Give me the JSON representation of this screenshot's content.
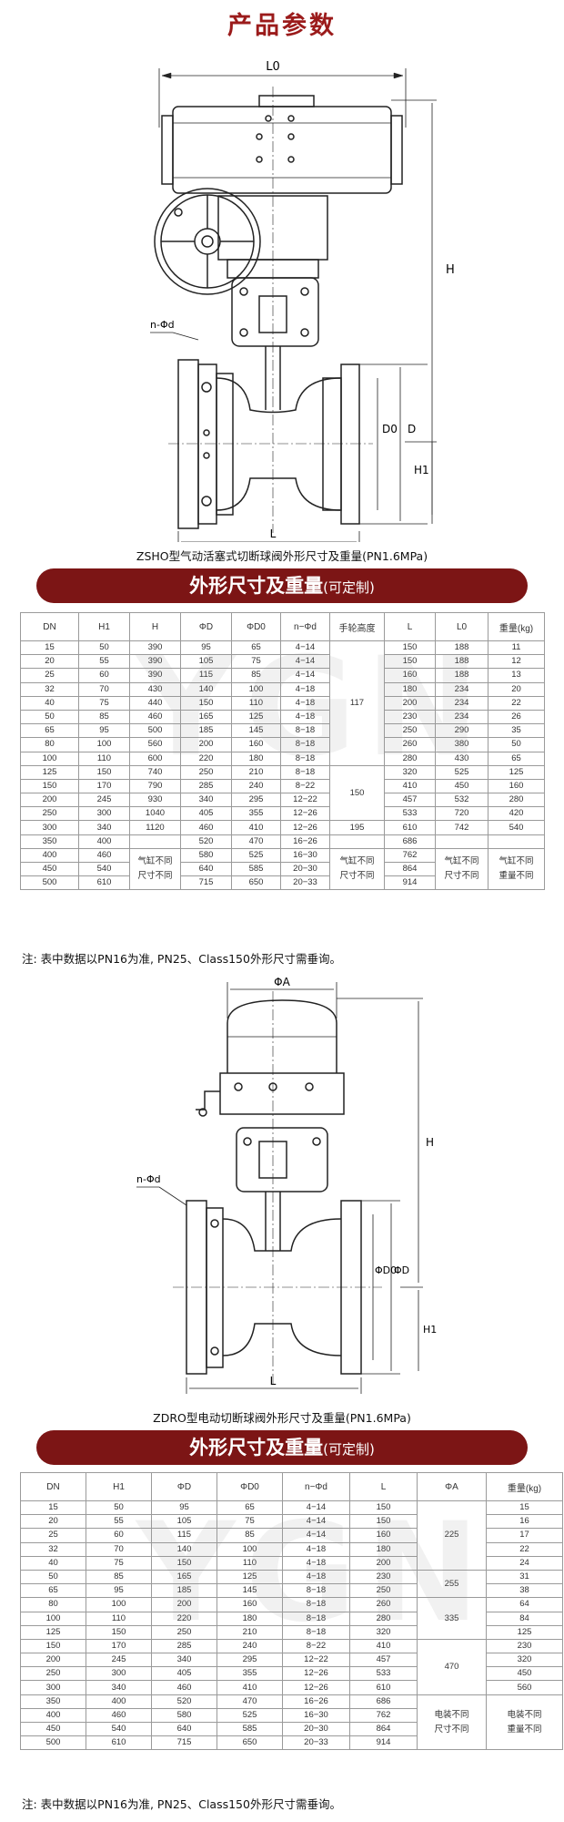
{
  "page_title": "产品参数",
  "drawing1": {
    "labels": {
      "l0": "L0",
      "h": "H",
      "h1": "H1",
      "d": "D",
      "d0": "D0",
      "l": "L",
      "n_phi_d": "n-Φd"
    },
    "caption": "ZSHO型气动活塞式切断球阀外形尺寸及重量(PN1.6MPa)"
  },
  "banner1": {
    "main": "外形尺寸及重量",
    "sub": "(可定制)"
  },
  "table1": {
    "headers": [
      "DN",
      "H1",
      "H",
      "ΦD",
      "ΦD0",
      "n−Φd",
      "手轮高度",
      "L",
      "L0",
      "重量(kg)"
    ],
    "rows": [
      [
        "15",
        "50",
        "390",
        "95",
        "65",
        "4−14",
        "150",
        "188",
        "11"
      ],
      [
        "20",
        "55",
        "390",
        "105",
        "75",
        "4−14",
        "150",
        "188",
        "12"
      ],
      [
        "25",
        "60",
        "390",
        "115",
        "85",
        "4−14",
        "160",
        "188",
        "13"
      ],
      [
        "32",
        "70",
        "430",
        "140",
        "100",
        "4−18",
        "180",
        "234",
        "20"
      ],
      [
        "40",
        "75",
        "440",
        "150",
        "110",
        "4−18",
        "200",
        "234",
        "22"
      ],
      [
        "50",
        "85",
        "460",
        "165",
        "125",
        "4−18",
        "230",
        "234",
        "26"
      ],
      [
        "65",
        "95",
        "500",
        "185",
        "145",
        "8−18",
        "250",
        "290",
        "35"
      ],
      [
        "80",
        "100",
        "560",
        "200",
        "160",
        "8−18",
        "260",
        "380",
        "50"
      ],
      [
        "100",
        "110",
        "600",
        "220",
        "180",
        "8−18",
        "280",
        "430",
        "65"
      ],
      [
        "125",
        "150",
        "740",
        "250",
        "210",
        "8−18",
        "320",
        "525",
        "125"
      ],
      [
        "150",
        "170",
        "790",
        "285",
        "240",
        "8−22",
        "410",
        "450",
        "160"
      ],
      [
        "200",
        "245",
        "930",
        "340",
        "295",
        "12−22",
        "457",
        "532",
        "280"
      ],
      [
        "250",
        "300",
        "1040",
        "405",
        "355",
        "12−26",
        "533",
        "720",
        "420"
      ],
      [
        "300",
        "340",
        "1120",
        "460",
        "410",
        "12−26",
        "610",
        "742",
        "540"
      ]
    ],
    "handwheel": [
      "117",
      "150",
      "195"
    ],
    "tail_rows": [
      [
        "350",
        "400",
        "520",
        "470",
        "16−26",
        "686"
      ],
      [
        "400",
        "460",
        "580",
        "525",
        "16−30",
        "762"
      ],
      [
        "450",
        "540",
        "640",
        "585",
        "20−30",
        "864"
      ],
      [
        "500",
        "610",
        "715",
        "650",
        "20−33",
        "914"
      ]
    ],
    "merged_note_1": "气缸不同",
    "merged_note_2": "尺寸不同",
    "merged_weight_1": "气缸不同",
    "merged_weight_2": "重量不同"
  },
  "note1": "注: 表中数据以PN16为准, PN25、Class150外形尺寸需垂询。",
  "drawing2": {
    "labels": {
      "phi_a": "ΦA",
      "h": "H",
      "h1": "H1",
      "d": "ΦD",
      "d0": "ΦD0",
      "l": "L",
      "n_phi_d": "n-Φd"
    },
    "caption": "ZDRO型电动切断球阀外形尺寸及重量(PN1.6MPa)"
  },
  "banner2": {
    "main": "外形尺寸及重量",
    "sub": "(可定制)"
  },
  "table2": {
    "headers": [
      "DN",
      "H1",
      "ΦD",
      "ΦD0",
      "n−Φd",
      "L",
      "ΦA",
      "重量(kg)"
    ],
    "rows": [
      [
        "15",
        "50",
        "95",
        "65",
        "4−14",
        "150",
        "15"
      ],
      [
        "20",
        "55",
        "105",
        "75",
        "4−14",
        "150",
        "16"
      ],
      [
        "25",
        "60",
        "115",
        "85",
        "4−14",
        "160",
        "17"
      ],
      [
        "32",
        "70",
        "140",
        "100",
        "4−18",
        "180",
        "22"
      ],
      [
        "40",
        "75",
        "150",
        "110",
        "4−18",
        "200",
        "24"
      ],
      [
        "50",
        "85",
        "165",
        "125",
        "4−18",
        "230",
        "31"
      ],
      [
        "65",
        "95",
        "185",
        "145",
        "8−18",
        "250",
        "38"
      ],
      [
        "80",
        "100",
        "200",
        "160",
        "8−18",
        "260",
        "64"
      ],
      [
        "100",
        "110",
        "220",
        "180",
        "8−18",
        "280",
        "84"
      ],
      [
        "125",
        "150",
        "250",
        "210",
        "8−18",
        "320",
        "125"
      ],
      [
        "150",
        "170",
        "285",
        "240",
        "8−22",
        "410",
        "230"
      ],
      [
        "200",
        "245",
        "340",
        "295",
        "12−22",
        "457",
        "320"
      ],
      [
        "250",
        "300",
        "405",
        "355",
        "12−26",
        "533",
        "450"
      ],
      [
        "300",
        "340",
        "460",
        "410",
        "12−26",
        "610",
        "560"
      ],
      [
        "350",
        "400",
        "520",
        "470",
        "16−26",
        "686",
        ""
      ],
      [
        "400",
        "460",
        "580",
        "525",
        "16−30",
        "762",
        ""
      ],
      [
        "450",
        "540",
        "640",
        "585",
        "20−30",
        "864",
        ""
      ],
      [
        "500",
        "610",
        "715",
        "650",
        "20−33",
        "914",
        ""
      ]
    ],
    "phi_a_groups": [
      "225",
      "255",
      "335",
      "470"
    ],
    "merged_a_1": "电装不同",
    "merged_a_2": "尺寸不同",
    "merged_w_1": "电装不同",
    "merged_w_2": "重量不同"
  },
  "note2": "注: 表中数据以PN16为准, PN25、Class150外形尺寸需垂询。"
}
